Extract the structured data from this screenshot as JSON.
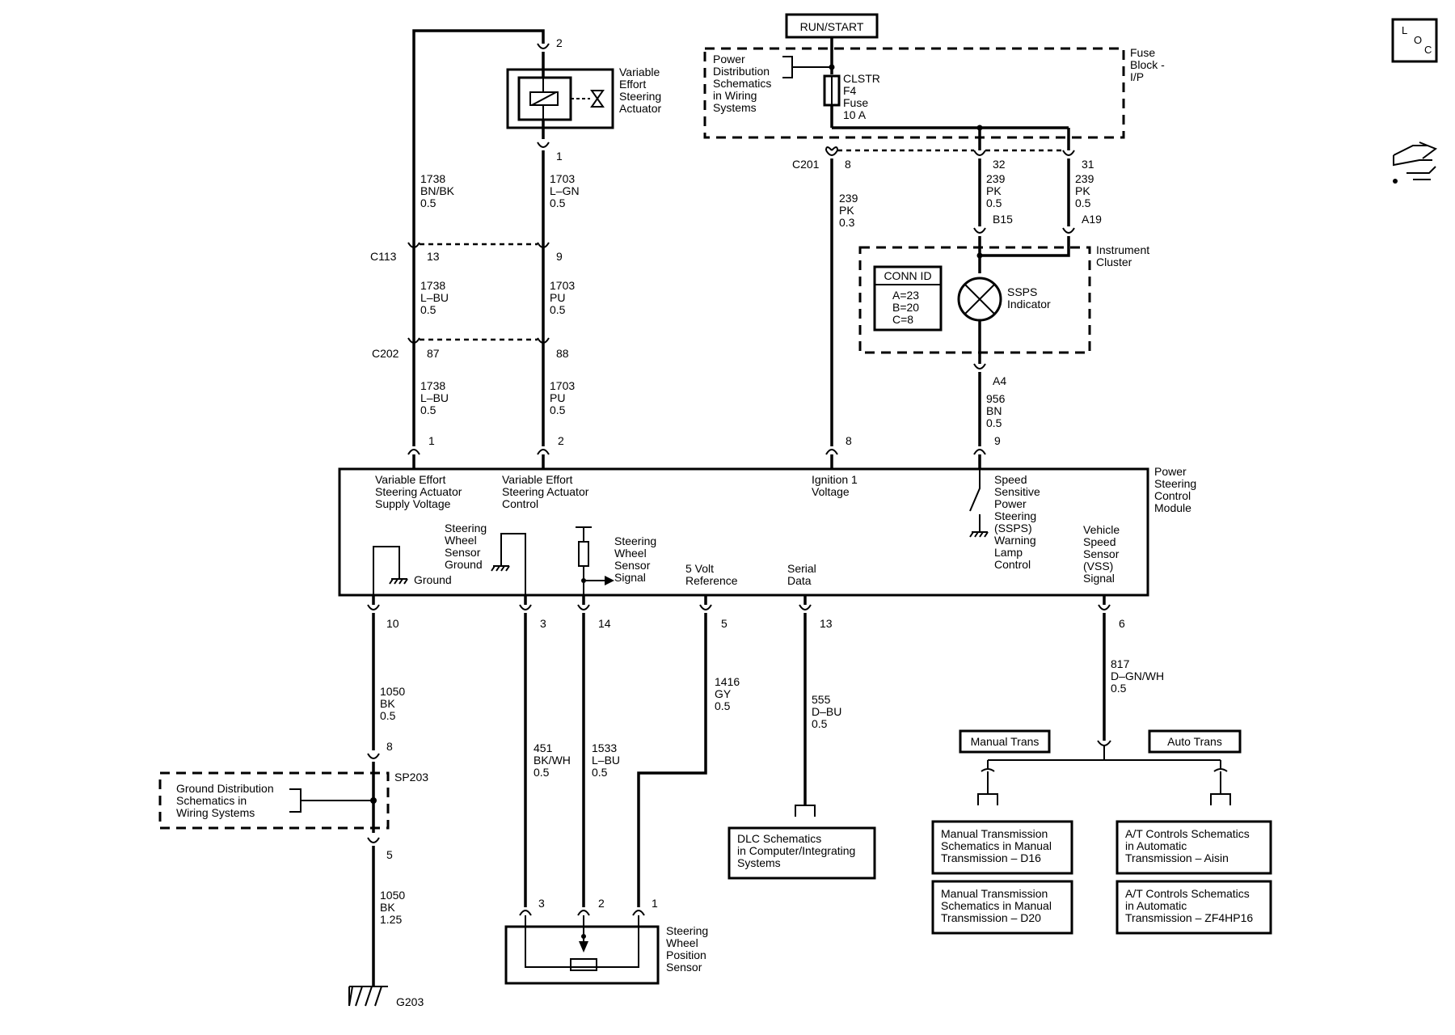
{
  "header": {
    "run_start": "RUN/START",
    "loc_icon": "L O C",
    "nav_icon": "wiring-nav-icon"
  },
  "fuse_block": {
    "name": [
      "Fuse",
      "Block -",
      "I/P"
    ],
    "power_dist": [
      "Power",
      "Distribution",
      "Schematics",
      "in Wiring",
      "Systems"
    ],
    "fuse": [
      "CLSTR",
      "F4",
      "Fuse",
      "10 A"
    ]
  },
  "actuator": {
    "label": [
      "Variable",
      "Effort",
      "Steering",
      "Actuator"
    ],
    "pin_top": "2",
    "pin_bottom": "1"
  },
  "connectors": {
    "c113": "C113",
    "c113_a": "13",
    "c113_b": "9",
    "c202": "C202",
    "c202_a": "87",
    "c202_b": "88",
    "c201": "C201",
    "c201_a": "8",
    "c201_b": "32",
    "c201_c": "31"
  },
  "wires": {
    "w1738a": [
      "1738",
      "BN/BK",
      "0.5"
    ],
    "w1703a": [
      "1703",
      "L–GN",
      "0.5"
    ],
    "w1738b": [
      "1738",
      "L–BU",
      "0.5"
    ],
    "w1703b": [
      "1703",
      "PU",
      "0.5"
    ],
    "w1738c": [
      "1738",
      "L–BU",
      "0.5"
    ],
    "w1703c": [
      "1703",
      "PU",
      "0.5"
    ],
    "w239a": [
      "239",
      "PK",
      "0.3"
    ],
    "w239b": [
      "239",
      "PK",
      "0.5"
    ],
    "w239c": [
      "239",
      "PK",
      "0.5"
    ],
    "w956": [
      "956",
      "BN",
      "0.5"
    ],
    "w1050a": [
      "1050",
      "BK",
      "0.5"
    ],
    "w1050b": [
      "1050",
      "BK",
      "1.25"
    ],
    "w451": [
      "451",
      "BK/WH",
      "0.5"
    ],
    "w1533": [
      "1533",
      "L–BU",
      "0.5"
    ],
    "w1416": [
      "1416",
      "GY",
      "0.5"
    ],
    "w555": [
      "555",
      "D–BU",
      "0.5"
    ],
    "w817": [
      "817",
      "D–GN/WH",
      "0.5"
    ]
  },
  "cluster": {
    "label": [
      "Instrument",
      "Cluster"
    ],
    "conn_id_title": "CONN ID",
    "conn_id": [
      "A=23",
      "B=20",
      "C=8"
    ],
    "indicator": [
      "SSPS",
      "Indicator"
    ],
    "pin_b15": "B15",
    "pin_a19": "A19",
    "pin_a4": "A4"
  },
  "module": {
    "name": [
      "Power",
      "Steering",
      "Control",
      "Module"
    ],
    "top_pins": [
      "1",
      "2",
      "8",
      "9"
    ],
    "supply": [
      "Variable Effort",
      "Steering Actuator",
      "Supply Voltage"
    ],
    "control": [
      "Variable Effort",
      "Steering Actuator",
      "Control"
    ],
    "ignition": [
      "Ignition 1",
      "Voltage"
    ],
    "ssps": [
      "Speed",
      "Sensitive",
      "Power",
      "Steering",
      "(SSPS)",
      "Warning",
      "Lamp",
      "Control"
    ],
    "ground": "Ground",
    "sws_ground": [
      "Steering",
      "Wheel",
      "Sensor",
      "Ground"
    ],
    "sws_signal": [
      "Steering",
      "Wheel",
      "Sensor",
      "Signal"
    ],
    "five_volt": [
      "5 Volt",
      "Reference"
    ],
    "serial": [
      "Serial",
      "Data"
    ],
    "vss": [
      "Vehicle",
      "Speed",
      "Sensor",
      "(VSS)",
      "Signal"
    ],
    "bottom_pins": [
      "10",
      "3",
      "14",
      "5",
      "13",
      "6"
    ]
  },
  "splice": {
    "name": "SP203",
    "pin_top": "8",
    "pin_bottom": "5",
    "ground_dist": [
      "Ground Distribution",
      "Schematics in",
      "Wiring Systems"
    ]
  },
  "ground": "G203",
  "sensor": {
    "label": [
      "Steering",
      "Wheel",
      "Position",
      "Sensor"
    ],
    "pins": [
      "3",
      "2",
      "1"
    ]
  },
  "dlc": [
    "DLC Schematics",
    "in Computer/Integrating",
    "Systems"
  ],
  "trans": {
    "manual": "Manual Trans",
    "auto": "Auto Trans",
    "man_d16": [
      "Manual Transmission",
      "Schematics in Manual",
      "Transmission – D16"
    ],
    "man_d20": [
      "Manual Transmission",
      "Schematics in Manual",
      "Transmission – D20"
    ],
    "at_aisin": [
      "A/T Controls Schematics",
      "in Automatic",
      "Transmission – Aisin"
    ],
    "at_zf": [
      "A/T Controls Schematics",
      "in Automatic",
      "Transmission – ZF4HP16"
    ]
  }
}
